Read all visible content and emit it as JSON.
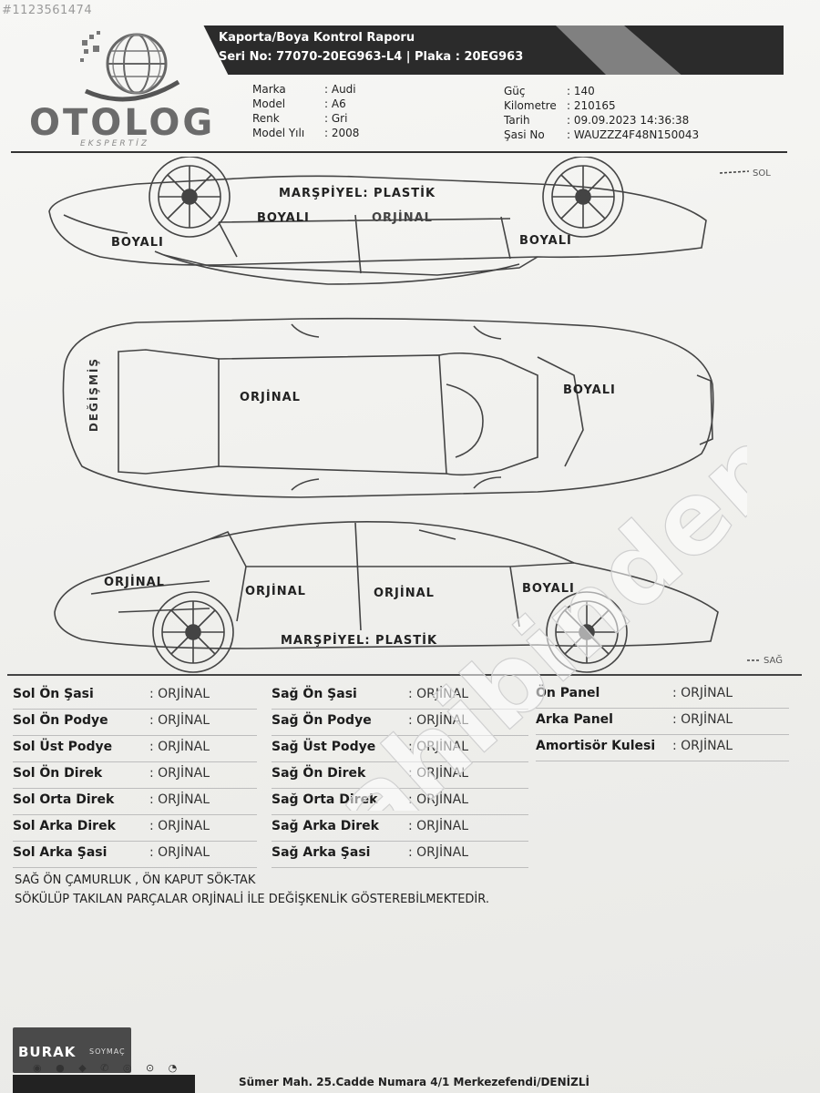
{
  "corner_id": "#1123561474",
  "logo": {
    "name": "OTOLOG",
    "sub": "EKSPERTİZ"
  },
  "banner": {
    "title": "Kaporta/Boya Kontrol Raporu",
    "serial_line": "Seri No: 77070-20EG963-L4 | Plaka : 20EG963"
  },
  "vehicle_left": [
    {
      "label": "Marka",
      "value": ": Audi"
    },
    {
      "label": "Model",
      "value": ": A6"
    },
    {
      "label": "Renk",
      "value": ": Gri"
    },
    {
      "label": "Model Yılı",
      "value": ": 2008"
    }
  ],
  "vehicle_right": [
    {
      "label": "Güç",
      "value": ": 140"
    },
    {
      "label": "Kilometre",
      "value": ": 210165"
    },
    {
      "label": "Tarih",
      "value": ": 09.09.2023 14:36:38"
    },
    {
      "label": "Şasi No",
      "value": ": WAUZZZ4F48N150043"
    }
  ],
  "diagram_labels": {
    "sol_dir": "SOL",
    "sag_dir": "SAĞ",
    "left_marspiyel": "MARŞPİYEL: PLASTİK",
    "left_rear": "BOYALI",
    "left_rear_door": "BOYALI",
    "left_front_door": "ORJİNAL",
    "left_front": "BOYALI",
    "top_rear": "DEĞİŞMİŞ",
    "top_roof": "ORJİNAL",
    "top_hood": "BOYALI",
    "right_rear": "ORJİNAL",
    "right_rear_door": "ORJİNAL",
    "right_front_door": "ORJİNAL",
    "right_front": "BOYALI",
    "right_marspiyel": "MARŞPİYEL: PLASTİK"
  },
  "parts": {
    "col1": [
      {
        "name": "Sol Ön Şasi",
        "value": ": ORJİNAL"
      },
      {
        "name": "Sol Ön Podye",
        "value": ": ORJİNAL"
      },
      {
        "name": "Sol Üst Podye",
        "value": ": ORJİNAL"
      },
      {
        "name": "Sol Ön Direk",
        "value": ": ORJİNAL"
      },
      {
        "name": "Sol Orta Direk",
        "value": ": ORJİNAL"
      },
      {
        "name": "Sol Arka Direk",
        "value": ": ORJİNAL"
      },
      {
        "name": "Sol Arka Şasi",
        "value": ": ORJİNAL"
      }
    ],
    "col2": [
      {
        "name": "Sağ Ön Şasi",
        "value": ": ORJİNAL"
      },
      {
        "name": "Sağ Ön Podye",
        "value": ": ORJİNAL"
      },
      {
        "name": "Sağ Üst Podye",
        "value": ": ORJİNAL"
      },
      {
        "name": "Sağ Ön Direk",
        "value": ": ORJİNAL"
      },
      {
        "name": "Sağ Orta Direk",
        "value": ": ORJİNAL"
      },
      {
        "name": "Sağ Arka Direk",
        "value": ": ORJİNAL"
      },
      {
        "name": "Sağ Arka Şasi",
        "value": ": ORJİNAL"
      }
    ],
    "col3": [
      {
        "name": "Ön Panel",
        "value": ": ORJİNAL"
      },
      {
        "name": "Arka Panel",
        "value": ": ORJİNAL"
      },
      {
        "name": "Amortisör Kulesi",
        "value": ": ORJİNAL"
      }
    ]
  },
  "notes": [
    "SAĞ ÖN ÇAMURLUK , ÖN KAPUT SÖK-TAK",
    "SÖKÜLÜP TAKILAN PARÇALAR ORJİNALİ İLE DEĞİŞKENLİK GÖSTEREBİLMEKTEDİR."
  ],
  "footer": {
    "badge_brand": "BURAK",
    "badge_sub": "SOYMAÇ",
    "address": "Sümer Mah. 25.Cadde Numara 4/1 Merkezefendi/DENİZLİ"
  },
  "watermark_text": "sahibinden.com",
  "colors": {
    "banner": "#2b2b2b",
    "paper": "#f4f4f2",
    "ink": "#1c1c1c"
  }
}
